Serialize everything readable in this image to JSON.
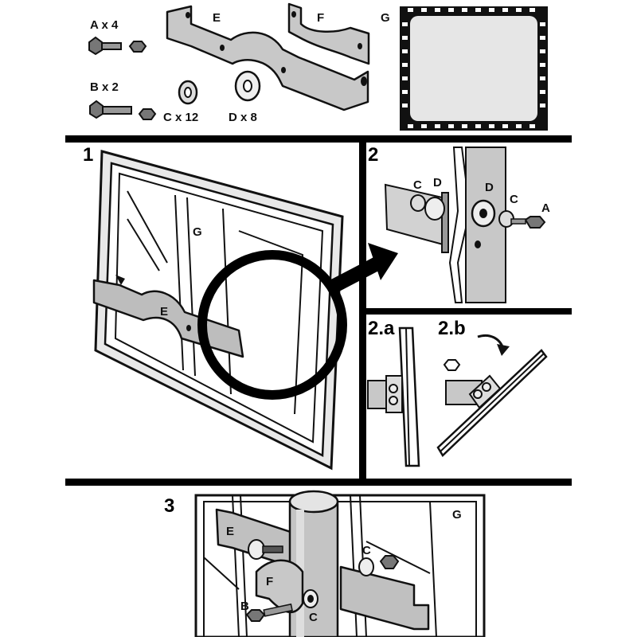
{
  "parts": {
    "a_label": "A x 4",
    "b_label": "B x 2",
    "c_label": "C x 12",
    "d_label": "D x 8",
    "e_label": "E",
    "f_label": "F",
    "g_label": "G"
  },
  "step1": {
    "number": "1",
    "label_g": "G",
    "label_e": "E"
  },
  "step2": {
    "number": "2",
    "label_c1": "C",
    "label_d1": "D",
    "label_d2": "D",
    "label_c2": "C",
    "label_a": "A"
  },
  "step2a": {
    "number": "2.a"
  },
  "step2b": {
    "number": "2.b"
  },
  "step3": {
    "number": "3",
    "label_g": "G",
    "label_e": "E",
    "label_f": "F",
    "label_b": "B",
    "label_c1": "C",
    "label_c2": "C"
  },
  "colors": {
    "ink": "#111111",
    "metal": "#c8c8c8",
    "metal_dark": "#9a9a9a",
    "mirror": "#e6e6e6",
    "pole": "#bdbdbd"
  }
}
